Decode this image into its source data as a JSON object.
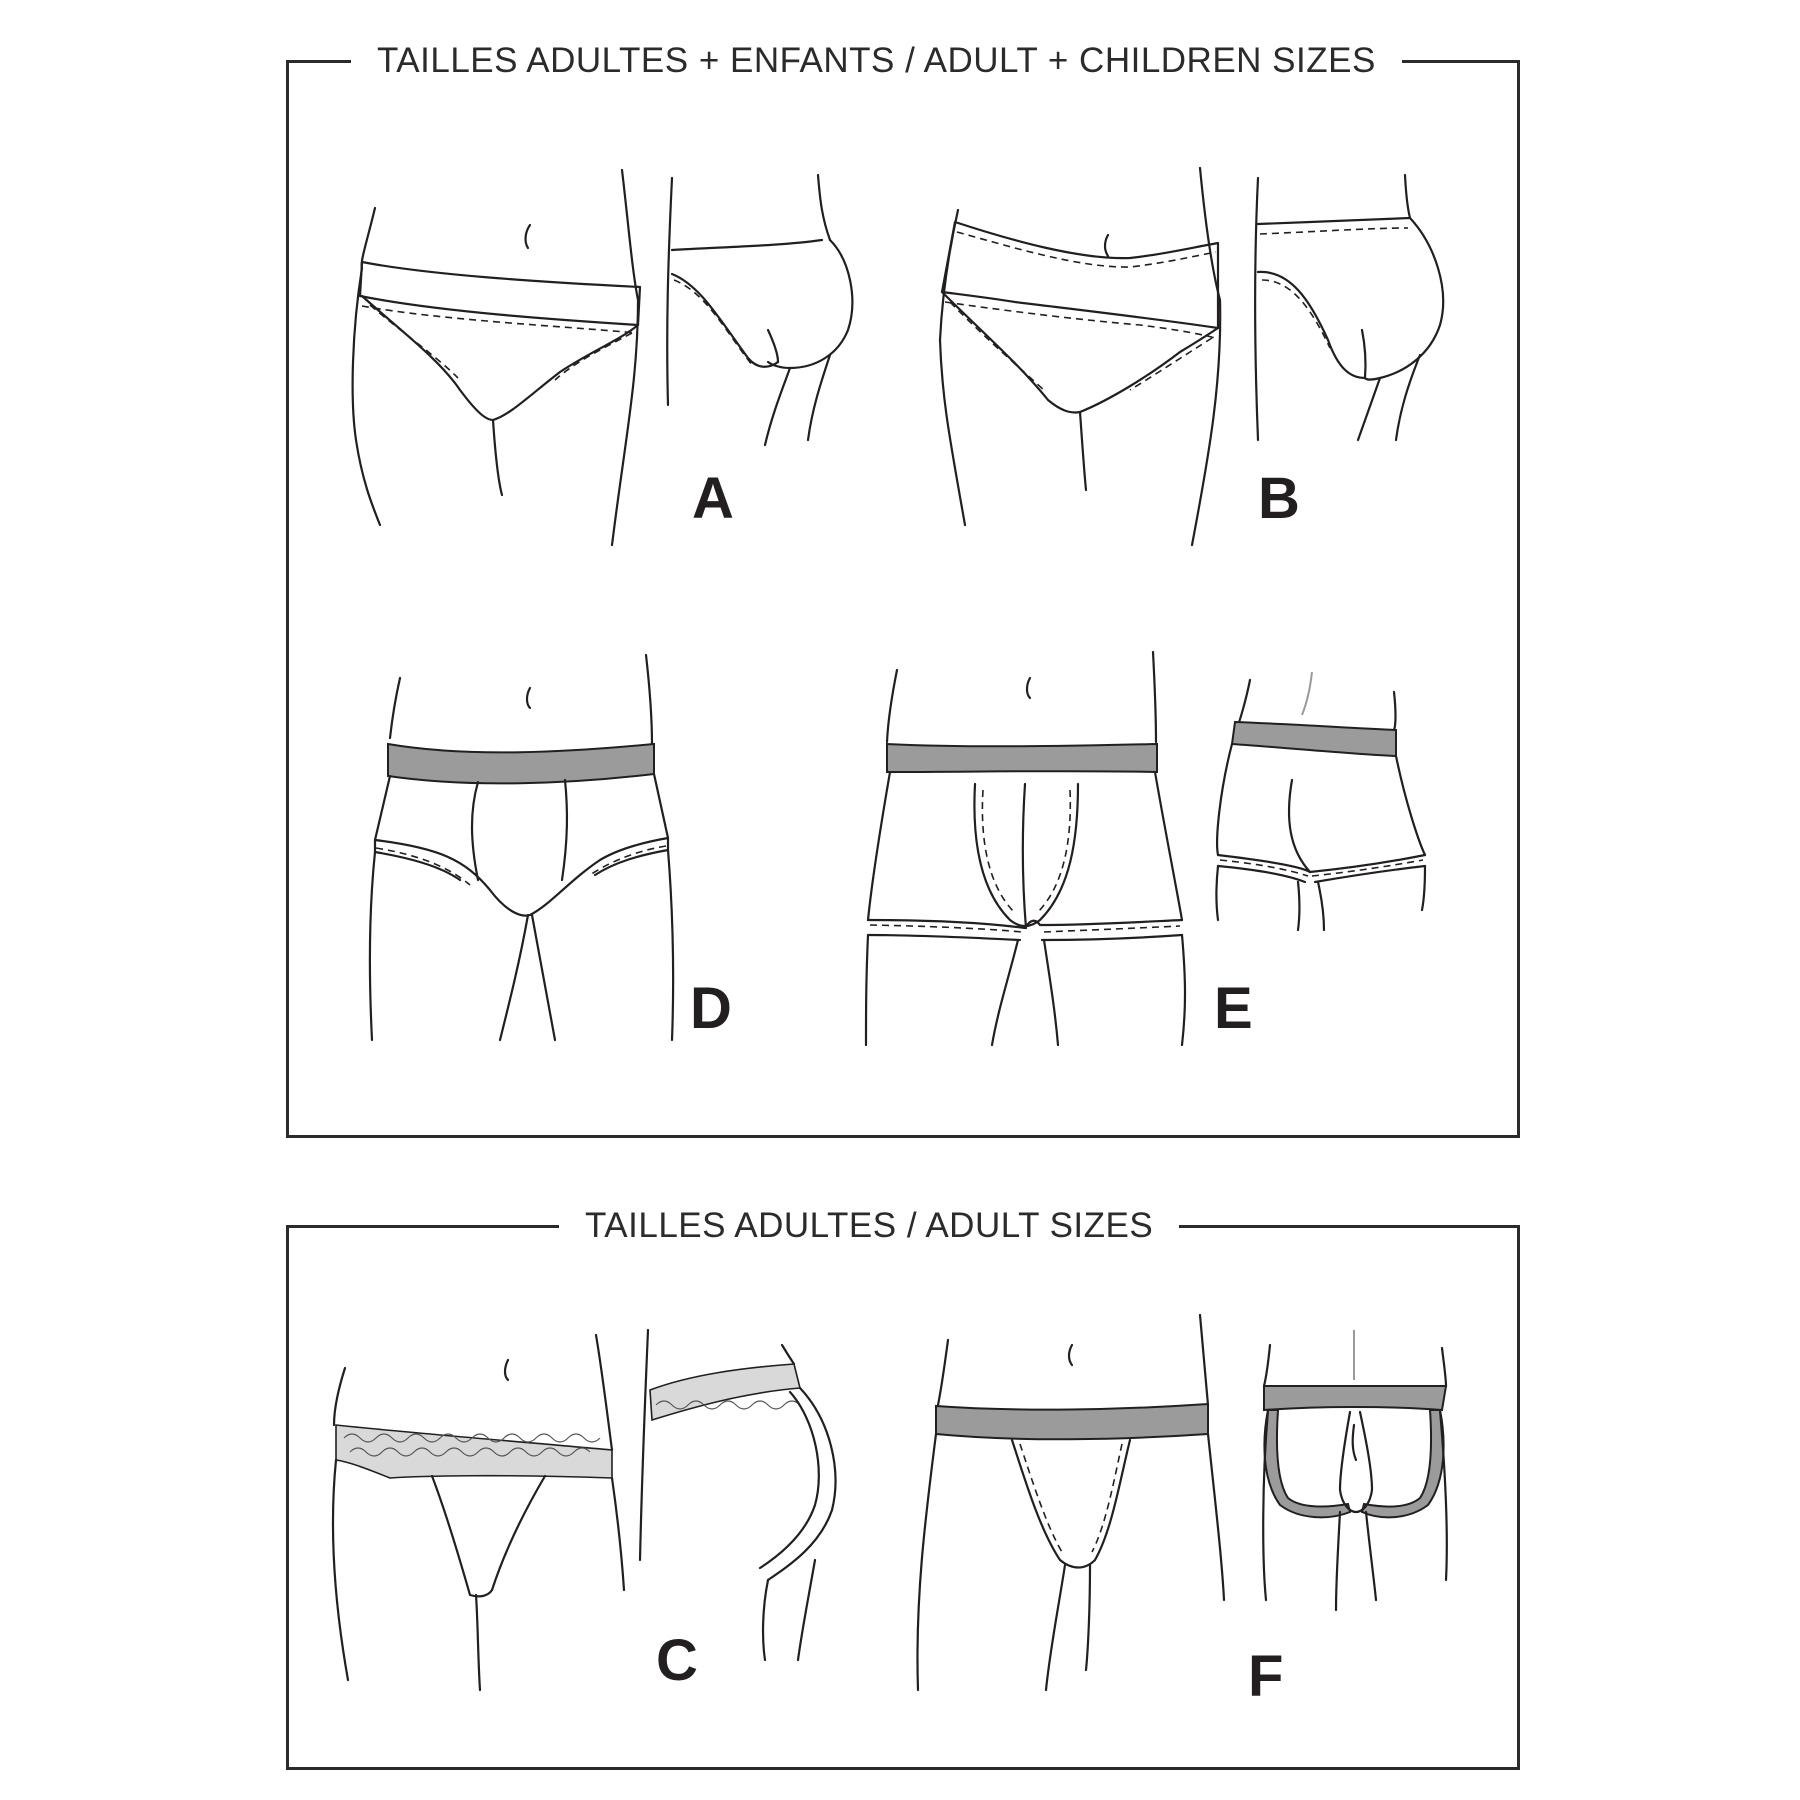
{
  "panels": {
    "top": {
      "title": "TAILLES ADULTES + ENFANTS / ADULT + CHILDREN SIZES"
    },
    "bottom": {
      "title": "TAILLES ADULTES / ADULT SIZES"
    }
  },
  "views": {
    "A": "A",
    "B": "B",
    "C": "C",
    "D": "D",
    "E": "E",
    "F": "F"
  },
  "colors": {
    "line": "#231f20",
    "waistband_fill": "#9b9b9b",
    "lace_fill": "#d9d9d9",
    "background": "#ffffff"
  }
}
